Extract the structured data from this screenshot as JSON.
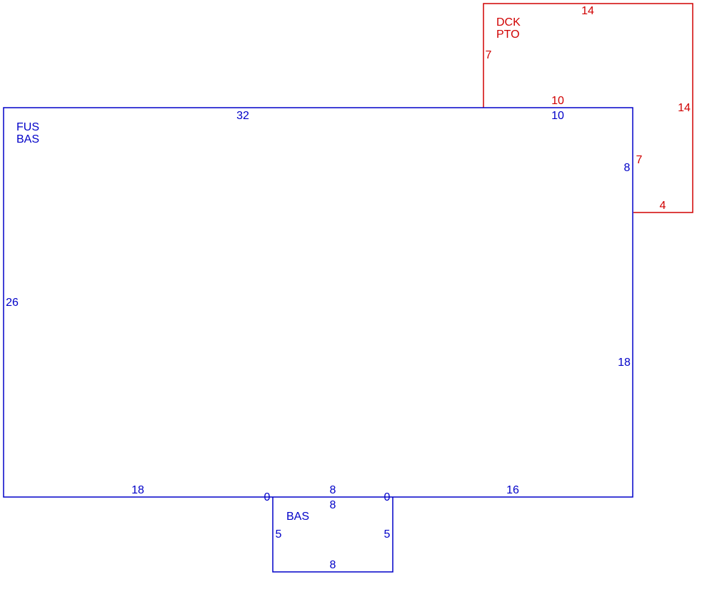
{
  "colors": {
    "main": "#0000c8",
    "deck": "#d00000",
    "background": "#ffffff"
  },
  "areas": {
    "main": {
      "line1": "FUS",
      "line2": "BAS"
    },
    "bump": {
      "line1": "BAS"
    },
    "deck": {
      "line1": "DCK",
      "line2": "PTO"
    }
  },
  "dimensions": {
    "main": {
      "top": "32",
      "top_right": "10",
      "right_upper": "8",
      "right_lower": "18",
      "bottom_right": "16",
      "bottom_left": "18",
      "left": "26",
      "bottom_left_joint": "0",
      "bottom_right_joint": "0",
      "bottom_gap": "8"
    },
    "bump": {
      "top": "8",
      "left": "5",
      "right": "5",
      "bottom": "8"
    },
    "deck": {
      "top": "14",
      "left": "7",
      "bottom_edge": "10",
      "right": "14",
      "inner_right": "7",
      "bottom": "4"
    }
  }
}
